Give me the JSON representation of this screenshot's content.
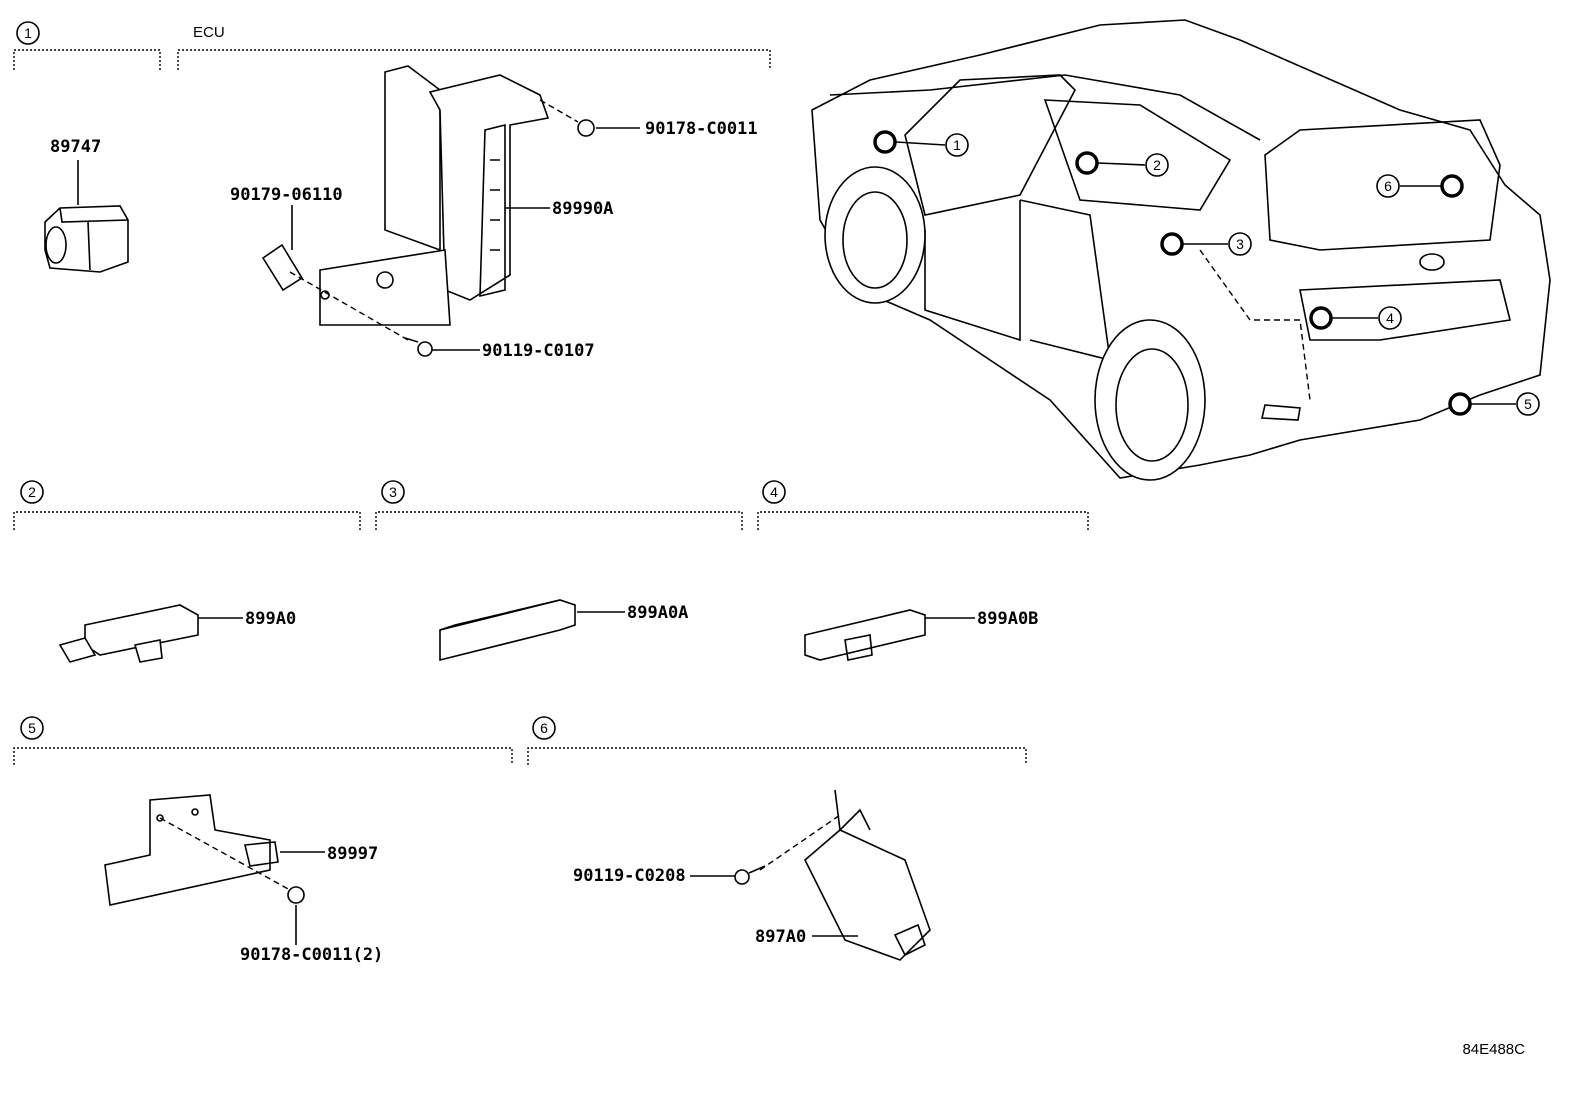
{
  "diagram_code": "84E488C",
  "groups": [
    {
      "num": "1",
      "title": "",
      "parts": [
        "89747"
      ]
    },
    {
      "num": "",
      "title": "ECU",
      "parts": [
        "90178-C0011",
        "90179-06110",
        "89990A",
        "90119-C0107"
      ]
    },
    {
      "num": "2",
      "title": "",
      "parts": [
        "899A0"
      ]
    },
    {
      "num": "3",
      "title": "",
      "parts": [
        "899A0A"
      ]
    },
    {
      "num": "4",
      "title": "",
      "parts": [
        "899A0B"
      ]
    },
    {
      "num": "5",
      "title": "",
      "parts": [
        "89997",
        "90178-C0011(2)"
      ]
    },
    {
      "num": "6",
      "title": "",
      "parts": [
        "90119-C0208",
        "897A0"
      ]
    }
  ],
  "vehicle_markers": [
    "1",
    "2",
    "3",
    "4",
    "5",
    "6"
  ]
}
